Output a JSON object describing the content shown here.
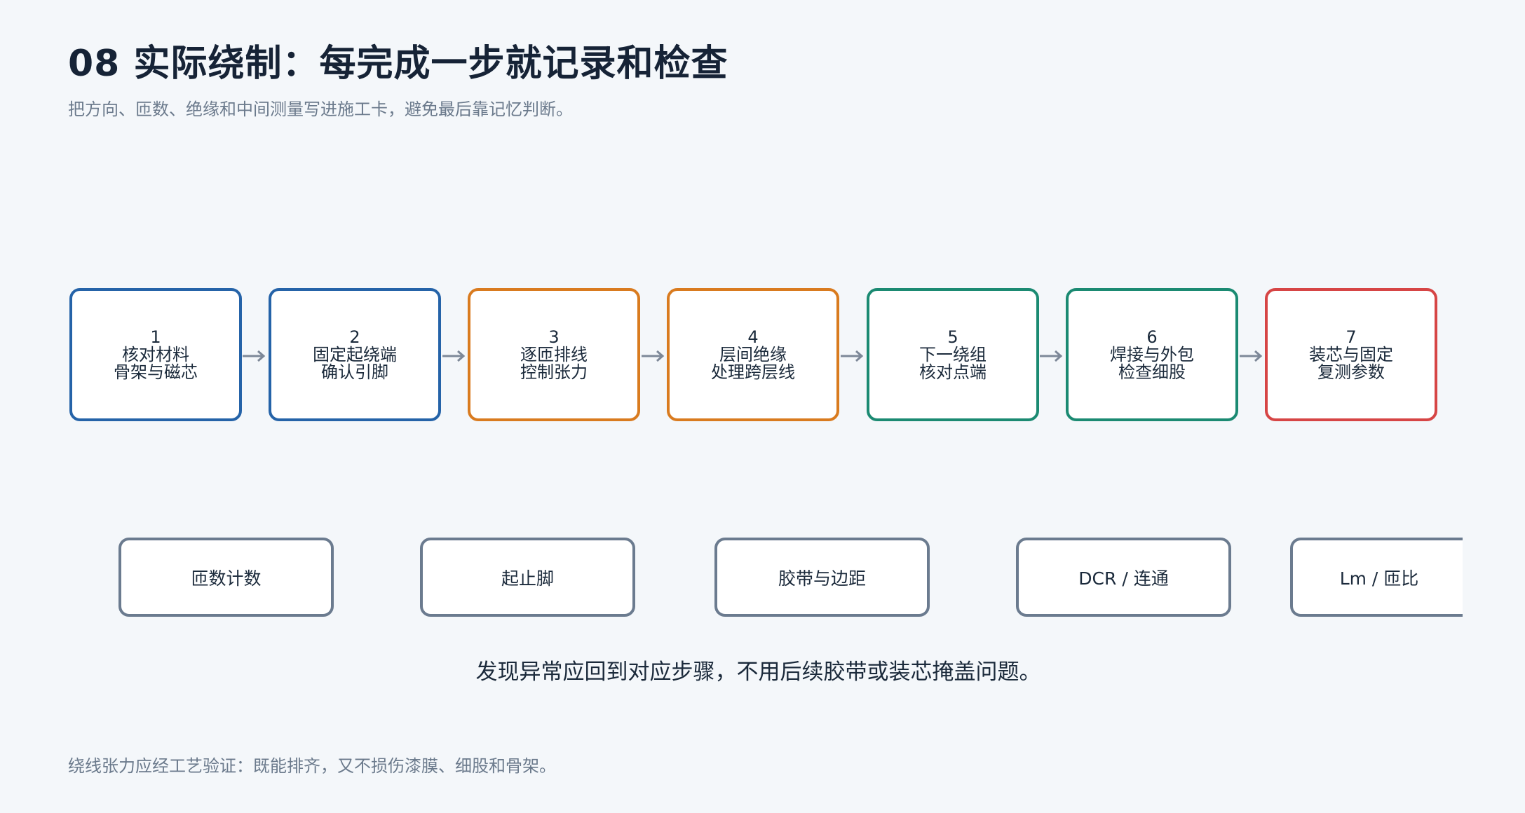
{
  "header": {
    "title": "08  实际绕制：每完成一步就记录和检查",
    "subtitle": "把方向、匝数、绝缘和中间测量写进施工卡，避免最后靠记忆判断。"
  },
  "steps": [
    {
      "number": "1",
      "line1": "核对材料",
      "line2": "骨架与磁芯",
      "color": "#2563a8"
    },
    {
      "number": "2",
      "line1": "固定起绕端",
      "line2": "确认引脚",
      "color": "#2563a8"
    },
    {
      "number": "3",
      "line1": "逐匝排线",
      "line2": "控制张力",
      "color": "#d97b1f"
    },
    {
      "number": "4",
      "line1": "层间绝缘",
      "line2": "处理跨层线",
      "color": "#d97b1f"
    },
    {
      "number": "5",
      "line1": "下一绕组",
      "line2": "核对点端",
      "color": "#1b8a72"
    },
    {
      "number": "6",
      "line1": "焊接与外包",
      "line2": "检查细股",
      "color": "#1b8a72"
    },
    {
      "number": "7",
      "line1": "装芯与固定",
      "line2": "复测参数",
      "color": "#d64545"
    }
  ],
  "checks": [
    {
      "label": "匝数计数"
    },
    {
      "label": "起止脚"
    },
    {
      "label": "胶带与边距"
    },
    {
      "label": "DCR / 连通"
    },
    {
      "label": "Lm / 匝比"
    }
  ],
  "note": "发现异常应回到对应步骤，不用后续胶带或装芯掩盖问题。",
  "footer": "绕线张力应经工艺验证：既能排齐，又不损伤漆膜、细股和骨架。",
  "colors": {
    "arrow": "#7d8898",
    "check_border": "#6b7b8f"
  }
}
